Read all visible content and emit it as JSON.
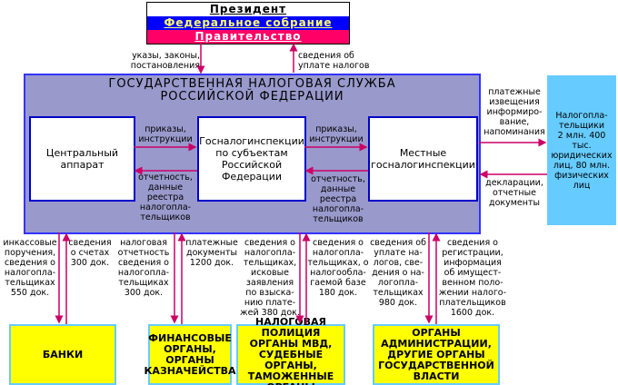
{
  "top": {
    "president": "Президент",
    "assembly": "Федеральное собрание",
    "government": "Правительство"
  },
  "top_labels": {
    "down": "указы, законы,\nпостановления",
    "up": "сведения об\nуплате налогов"
  },
  "service": {
    "title": "ГОСУДАРСТВЕННАЯ НАЛОГОВАЯ СЛУЖБА\nРОССИЙСКОЙ ФЕДЕРАЦИИ",
    "central": "Центральный\nаппарат",
    "regional": "Госналогинспекции\nпо субъектам\nРоссийской\nФедерации",
    "local": "Местные\nгосналогинспекции",
    "orders1": "приказы,\nинструкции",
    "orders2": "приказы,\nинструкции",
    "reports1": "отчетность,\nданные\nреестра\nналогопла-\nтельщиков",
    "reports2": "отчетность,\nданные\nреестра\nналогопла-\nтельщиков"
  },
  "taxpayers": {
    "box": "Налогопла-\nтельщики\n2 млн. 400 тыс.\nюридических\nлиц, 80 млн.\nфизических\nлиц",
    "to": "платежные\nизвещения\nинформиро-\nвание,\nнапоминания",
    "from": "декларации,\nотчетные\nдокументы"
  },
  "flows": [
    "инкассовые\nпоручения,\nсведения о\nналогопла-\nтельщиках\n550 док.",
    "сведения\nо счетах\n300 док.",
    "налоговая\nотчетность\nсведения о\nналогопла-\nтельщиках\n300 док.",
    "платежные\nдокументы\n1200 док.",
    "сведения о\nналогопла-\nтельщиках,\nисковые\nзаявления\nпо взыска-\nнию плате-\nжей 380 док.",
    "сведения о\nналогопла-\nтельщиках, о\nналогообла-\nгаемой базе\n180 док.",
    "сведения об\nуплате на-\nлогов, све-\nдения о на-\nлогопла-\nтельщиках\n980 док.",
    "сведения о\nрегистрации,\nинформация\nоб имущест-\nвенном поло-\nжении налого-\nплательщиков\n1600 док."
  ],
  "bottom": [
    "БАНКИ",
    "ФИНАНСОВЫЕ\nОРГАНЫ,\nОРГАНЫ\nКАЗНАЧЕЙСТВА",
    "НАЛОГОВАЯ ПОЛИЦИЯ\nОРГАНЫ МВД,\nСУДЕБНЫЕ ОРГАНЫ,\nТАМОЖЕННЫЕ\nОРГАНЫ",
    "ОРГАНЫ\nАДМИНИСТРАЦИИ,\nДРУГИЕ ОРГАНЫ\nГОСУДАРСТВЕННОЙ\nВЛАСТИ"
  ],
  "colors": {
    "arrow": "#cc0066",
    "panel": "#9999cc",
    "taxpayer": "#66ccff",
    "org": "#ffff00"
  }
}
